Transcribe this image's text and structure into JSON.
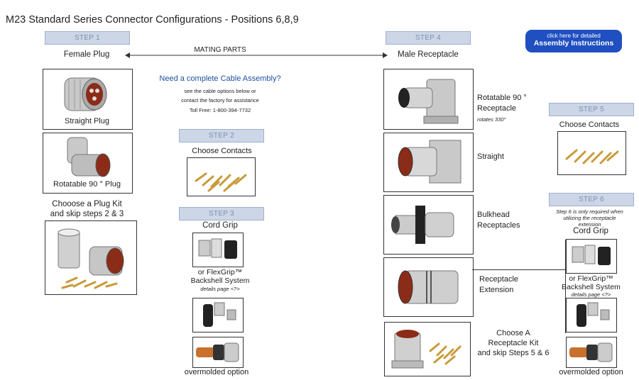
{
  "title": "M23 Standard Series Connector Configurations - Positions 6,8,9",
  "steps": {
    "s1": "STEP 1",
    "s2": "STEP 2",
    "s3": "STEP 3",
    "s4": "STEP 4",
    "s5": "STEP 5",
    "s6": "STEP 6"
  },
  "mating": {
    "left": "Female Plug",
    "center": "MATING PARTS",
    "right": "Male Receptacle"
  },
  "button": {
    "line1": "click here for detailed",
    "line2": "Assembly Instructions",
    "color": "#1f4fc0"
  },
  "cable": {
    "heading": "Need a complete Cable Assembly?",
    "line1": "see the cable options below or",
    "line2": "contact the factory for assistance",
    "phone": "Toll Free: 1-800-394-7732"
  },
  "left": {
    "straight_plug": "Straight Plug",
    "rotatable_plug": "Rotatable 90 °  Plug",
    "plug_kit_1": "Chooose a Plug Kit",
    "plug_kit_2": "and skip steps 2 & 3"
  },
  "middle": {
    "choose_contacts": "Choose Contacts",
    "cord_grip": "Cord Grip",
    "flexgrip_1": "or FlexGrip™",
    "flexgrip_2": "Backshell System",
    "details": "details page <?>",
    "overmolded": "overmolded option"
  },
  "right": {
    "rot_1": "Rotatable 90 °",
    "rot_2": "Receptacle",
    "rot_3": "rotates 330°",
    "straight": "Straight",
    "bulk_1": "Bulkhead",
    "bulk_2": "Receptacles",
    "ext_1": "Receptacle",
    "ext_2": "Extension",
    "kit_1": "Choose A",
    "kit_2": "Receptacle Kit",
    "kit_3": "and skip Steps 5 & 6"
  },
  "far_right": {
    "choose_contacts": "Choose Contacts",
    "note_1": "Step 6 is only required when",
    "note_2": "utilizing the receptacle",
    "note_3": "extension",
    "cord_grip": "Cord Grip",
    "flexgrip_1": "or FlexGrip™",
    "flexgrip_2": "Backshell System",
    "details": "details page <?>",
    "overmolded": "overmolded option"
  }
}
